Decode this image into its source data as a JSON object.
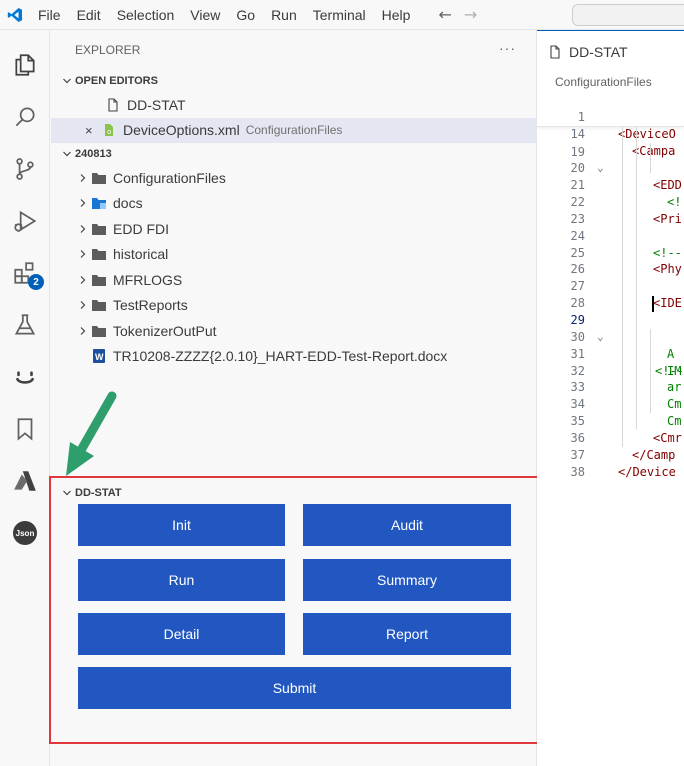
{
  "menu": [
    "File",
    "Edit",
    "Selection",
    "View",
    "Go",
    "Run",
    "Terminal",
    "Help"
  ],
  "explorer": {
    "title": "EXPLORER",
    "more": "···",
    "open_editors": {
      "title": "OPEN EDITORS",
      "items": [
        {
          "name": "DD-STAT",
          "desc": ""
        },
        {
          "name": "DeviceOptions.xml",
          "desc": "ConfigurationFiles"
        }
      ]
    },
    "workspace": {
      "title": "240813",
      "folders": [
        "ConfigurationFiles",
        "docs",
        "EDD FDI",
        "historical",
        "MFRLOGS",
        "TestReports",
        "TokenizerOutPut"
      ],
      "file": "TR10208-ZZZZ{2.0.10}_HART-EDD-Test-Report.docx"
    }
  },
  "badge_count": "2",
  "json_icon": "Json",
  "ddstat": {
    "title": "DD-STAT",
    "buttons": {
      "init": "Init",
      "audit": "Audit",
      "run": "Run",
      "summary": "Summary",
      "detail": "Detail",
      "report": "Report",
      "submit": "Submit"
    }
  },
  "editor": {
    "tab": "DD-STAT",
    "breadcrumb": "ConfigurationFiles",
    "sticky": [
      {
        "n": "1",
        "t": "<DeviceO"
      },
      {
        "n": "14",
        "t": "<Campa"
      }
    ],
    "lines": [
      {
        "n": "19",
        "t": "<EDD"
      },
      {
        "n": "20",
        "t": ""
      },
      {
        "n": "21",
        "t": "<!"
      },
      {
        "n": "22",
        "t": "<Pri"
      },
      {
        "n": "23",
        "t": ""
      },
      {
        "n": "24",
        "t": "<!--"
      },
      {
        "n": "25",
        "t": "<Phy"
      },
      {
        "n": "26",
        "t": ""
      },
      {
        "n": "27",
        "t": "<IDE"
      },
      {
        "n": "28",
        "t": ""
      },
      {
        "n": "29",
        "t": "<!--"
      },
      {
        "n": "30",
        "t": "A"
      },
      {
        "n": "31",
        "t": "IM"
      },
      {
        "n": "32",
        "t": "ar"
      },
      {
        "n": "33",
        "t": "Cm"
      },
      {
        "n": "34",
        "t": "Cm"
      },
      {
        "n": "35",
        "t": "<Cmr"
      },
      {
        "n": "36",
        "t": "</Camp"
      },
      {
        "n": "37",
        "t": "</Device"
      },
      {
        "n": "38",
        "t": ""
      }
    ]
  }
}
